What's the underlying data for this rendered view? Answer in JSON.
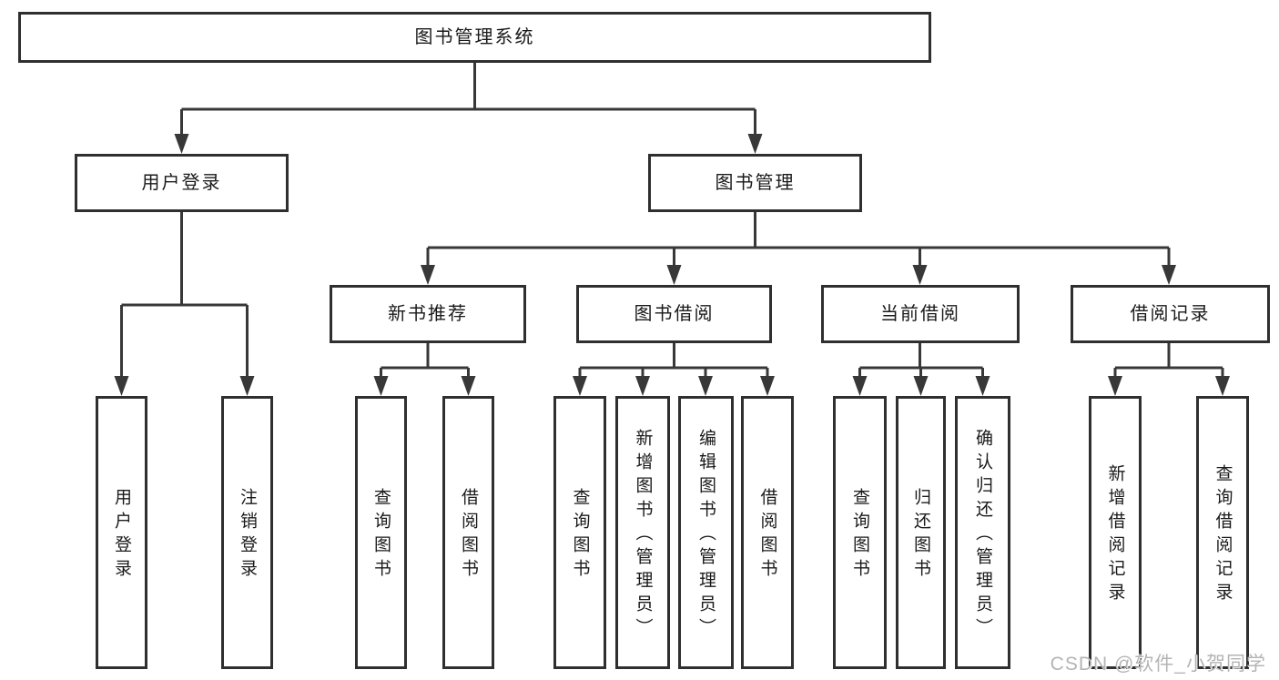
{
  "diagram_type": "hierarchy-tree",
  "tree": {
    "label": "图书管理系统",
    "children": [
      {
        "label": "用户登录",
        "children": [
          {
            "label": "用户登录"
          },
          {
            "label": "注销登录"
          }
        ]
      },
      {
        "label": "图书管理",
        "children": [
          {
            "label": "新书推荐",
            "children": [
              {
                "label": "查询图书"
              },
              {
                "label": "借阅图书"
              }
            ]
          },
          {
            "label": "图书借阅",
            "children": [
              {
                "label": "查询图书"
              },
              {
                "label": "新增图书（管理员）"
              },
              {
                "label": "编辑图书（管理员）"
              },
              {
                "label": "借阅图书"
              }
            ]
          },
          {
            "label": "当前借阅",
            "children": [
              {
                "label": "查询图书"
              },
              {
                "label": "归还图书"
              },
              {
                "label": "确认归还（管理员）"
              }
            ]
          },
          {
            "label": "借阅记录",
            "children": [
              {
                "label": "新增借阅记录"
              },
              {
                "label": "查询借阅记录"
              }
            ]
          }
        ]
      }
    ]
  },
  "watermark": "CSDN @软件_小贺同学",
  "colors": {
    "line": "#383838",
    "box_border": "#2f2f2f",
    "box_fill": "#ffffff",
    "text": "#1a1a1a",
    "watermark": "#b4b4b4",
    "background": "#ffffff"
  }
}
